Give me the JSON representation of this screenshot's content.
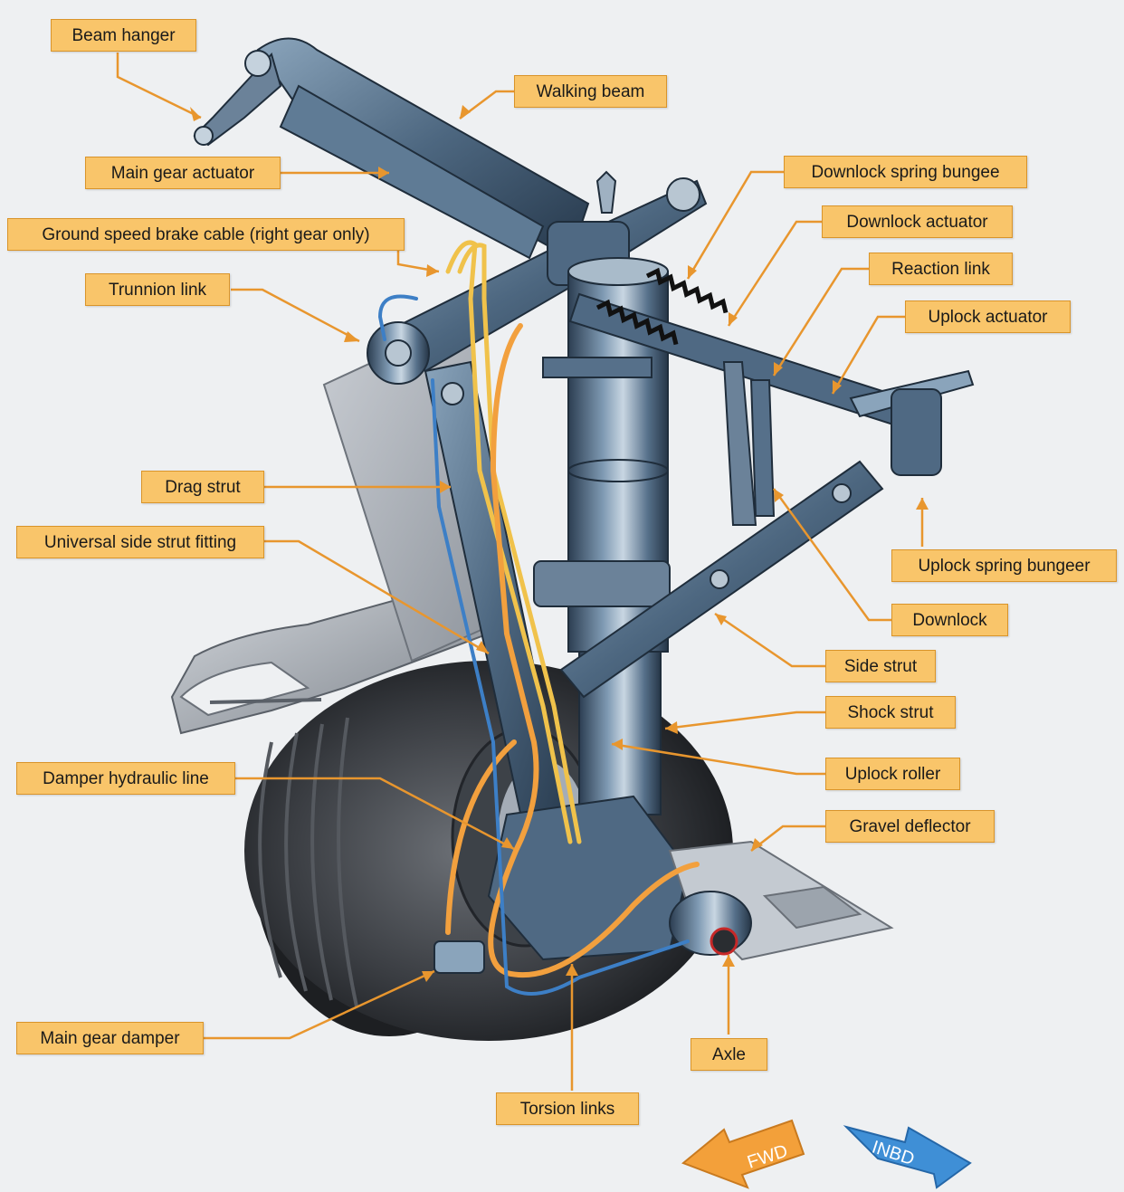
{
  "labels": {
    "beam_hanger": "Beam hanger",
    "walking_beam": "Walking beam",
    "main_gear_actuator": "Main gear actuator",
    "ground_speed_brake_cable": "Ground speed brake cable (right gear only)",
    "trunnion_link": "Trunnion link",
    "downlock_spring_bungee": "Downlock spring bungee",
    "downlock_actuator": "Downlock actuator",
    "reaction_link": "Reaction link",
    "uplock_actuator": "Uplock actuator",
    "drag_strut": "Drag strut",
    "universal_side_strut_fitting": "Universal side strut fitting",
    "uplock_spring_bungeer": "Uplock spring bungeer",
    "downlock": "Downlock",
    "side_strut": "Side strut",
    "shock_strut": "Shock strut",
    "uplock_roller": "Uplock roller",
    "gravel_deflector": "Gravel deflector",
    "damper_hydraulic_line": "Damper hydraulic line",
    "main_gear_damper": "Main gear damper",
    "axle": "Axle",
    "torsion_links": "Torsion links"
  },
  "direction_arrows": {
    "fwd": "FWD",
    "inbd": "INBD"
  },
  "colors": {
    "callout_fill": "#f9c56a",
    "leader_line": "#e8962e",
    "structure_steel": "#4a6580",
    "tire": "#2a2c30",
    "fwd_arrow": "#f3a03a",
    "inbd_arrow": "#3f8fd6"
  }
}
